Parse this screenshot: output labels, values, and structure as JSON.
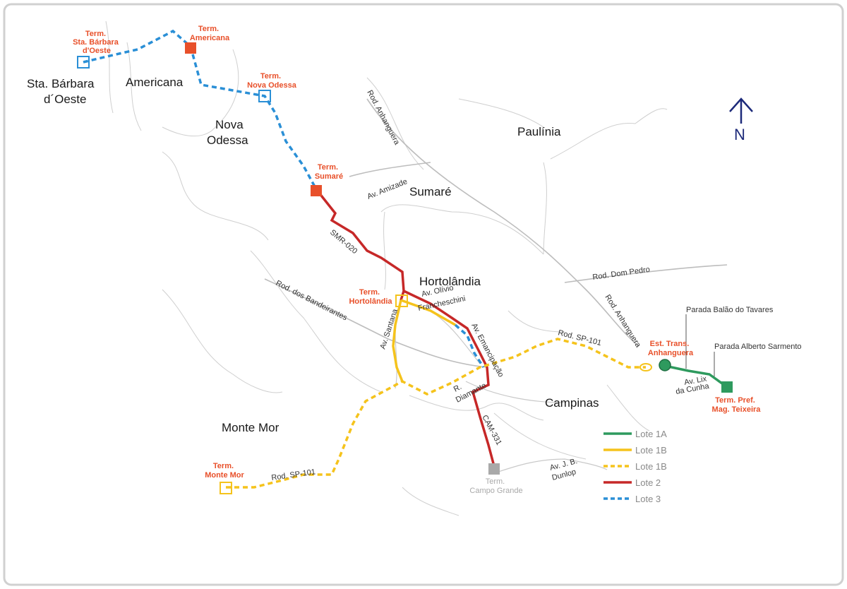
{
  "colors": {
    "lote_1a": "#2e9a5e",
    "lote_1b": "#f5c31c",
    "lote_2": "#c62828",
    "lote_3": "#2a8fd6",
    "terminal_orange": "#e8502a",
    "terminal_gray": "#a9a9a9",
    "north": "#1d2a7a"
  },
  "north_label": "N",
  "cities": {
    "sta_barbara_1": "Sta. Bárbara",
    "sta_barbara_2": "d´Oeste",
    "americana": "Americana",
    "nova_odessa_1": "Nova",
    "nova_odessa_2": "Odessa",
    "paulinia": "Paulínia",
    "sumare": "Sumaré",
    "hortolandia": "Hortolândia",
    "campinas": "Campinas",
    "monte_mor": "Monte Mor"
  },
  "terminals": {
    "sta_barbara": [
      "Term.",
      "Sta. Bárbara",
      "d'Oeste"
    ],
    "americana": [
      "Term.",
      "Americana"
    ],
    "nova_odessa": [
      "Term.",
      "Nova Odessa"
    ],
    "sumare": [
      "Term.",
      "Sumaré"
    ],
    "hortolandia": [
      "Term.",
      "Hortolândia"
    ],
    "anhanguera": [
      "Est. Trans.",
      "Anhanguera"
    ],
    "pref_mag": [
      "Term. Pref.",
      "Mag. Teixeira"
    ],
    "monte_mor": [
      "Term.",
      "Monte Mor"
    ],
    "campo_grande": [
      "Term.",
      "Campo Grande"
    ]
  },
  "paradas": {
    "balao": "Parada Balão do Tavares",
    "alberto": "Parada Alberto Sarmento"
  },
  "roads": {
    "anhanguera_n": "Rod. Anhanguera",
    "anhanguera_s": "Rod. Anhanguera",
    "amizade": "Av. Amizade",
    "smr020": "SMR-020",
    "dom_pedro": "Rod. Dom Pedro",
    "bandeirantes": "Rod. dos Bandeirantes",
    "olivio_1": "Av. Olívio",
    "olivio_2": "Francheschini",
    "santana": "Av. Santana",
    "emancipacao": "Av. Emancipação",
    "sp101_e": "Rod. SP-101",
    "sp101_w": "Rod. SP-101",
    "lix_1": "Av. Lix",
    "lix_2": "da Cunha",
    "diamante_1": "R.",
    "diamante_2": "Diamante",
    "cam331": "CAM-331",
    "dunlop_1": "Av. J. B.",
    "dunlop_2": "Dunlop"
  },
  "legend": [
    {
      "label": "Lote 1A",
      "style": "solid",
      "color": "#2e9a5e"
    },
    {
      "label": "Lote 1B",
      "style": "solid",
      "color": "#f5c31c"
    },
    {
      "label": "Lote 1B",
      "style": "dashed",
      "color": "#f5c31c"
    },
    {
      "label": "Lote 2",
      "style": "solid",
      "color": "#c62828"
    },
    {
      "label": "Lote 3",
      "style": "dashed",
      "color": "#2a8fd6"
    }
  ]
}
